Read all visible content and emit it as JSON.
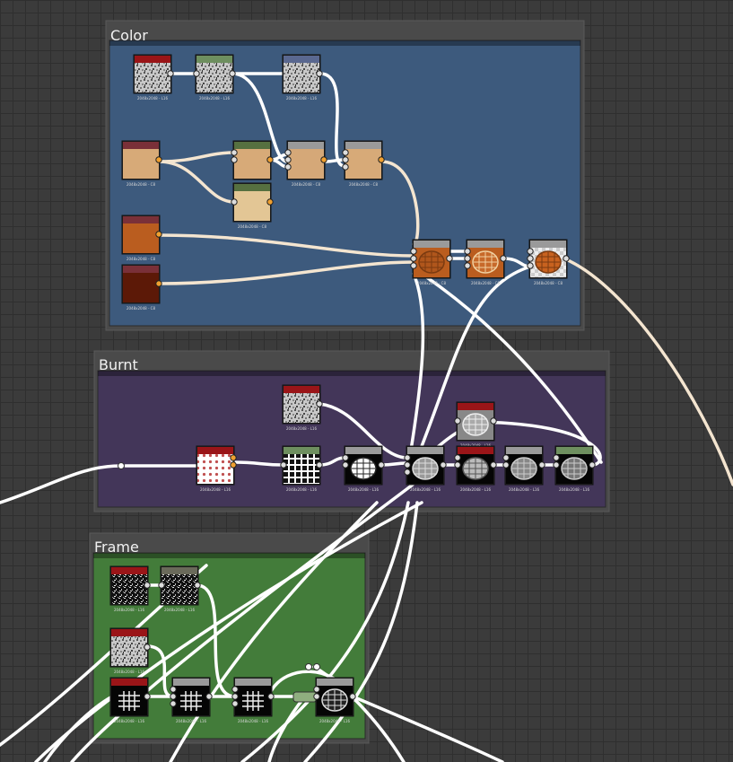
{
  "frames": {
    "color": {
      "title": "Color",
      "color": "#3d5a7d"
    },
    "burnt": {
      "title": "Burnt",
      "color": "#433659"
    },
    "frame": {
      "title": "Frame",
      "color": "#437c3a"
    }
  },
  "node_caption_color": "2048x2048 - C8",
  "node_caption_gray": "2048x2048 - L16",
  "icons": [
    "noise-thumbnail",
    "color-swatch",
    "waffle-grid-thumbnail",
    "grid-thumbnail",
    "dot-pattern-thumbnail"
  ],
  "colors": {
    "wire": "#ffffff",
    "wire_warm": "#f4e5d0",
    "header_red": "#9a1518",
    "header_green": "#6e8f5f",
    "header_blue": "#5a6890",
    "header_gray": "#9a9a9a",
    "swatch_tan": "#d7aa78",
    "swatch_light_tan": "#e3c695",
    "swatch_orange": "#ba5d1f",
    "swatch_dark": "#5c1907",
    "port": "#f0a030"
  }
}
